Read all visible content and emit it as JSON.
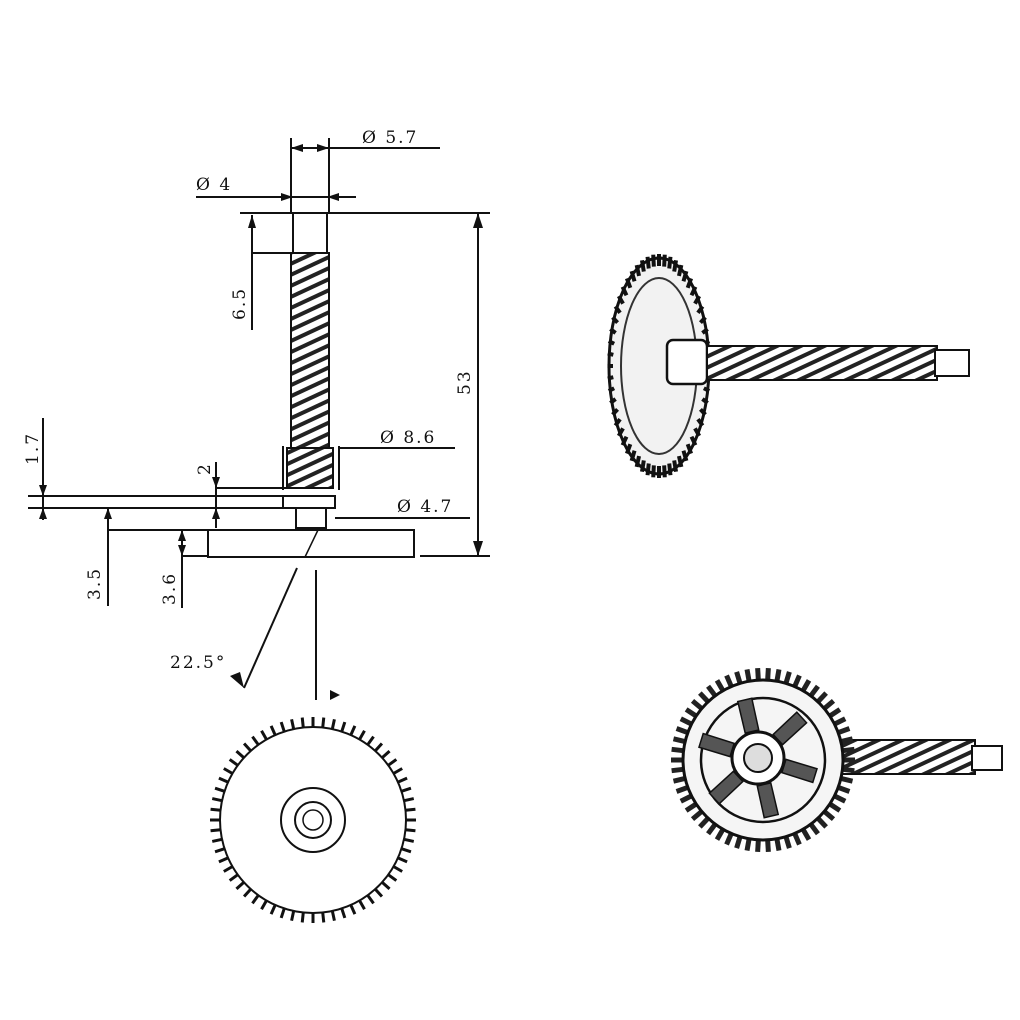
{
  "drawing": {
    "dimensions": {
      "dia_top": "Ø 5.7",
      "dia_tip": "Ø 4",
      "len_tip": "6.5",
      "len_total": "53",
      "dia_collar": "Ø 8.6",
      "dia_shoulder": "Ø 4.7",
      "h_17": "1.7",
      "h_2": "2",
      "h_35": "3.5",
      "h_36": "3.6",
      "angle": "22.5°"
    }
  }
}
